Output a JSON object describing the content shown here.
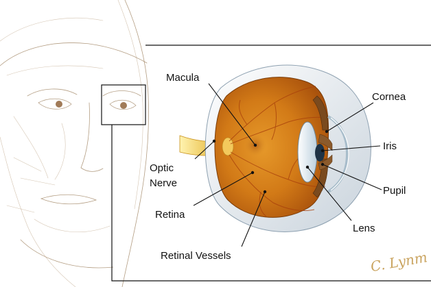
{
  "labels": {
    "macula": "Macula",
    "cornea": "Cornea",
    "iris": "Iris",
    "optic_nerve_line1": "Optic",
    "optic_nerve_line2": "Nerve",
    "pupil": "Pupil",
    "retina": "Retina",
    "lens": "Lens",
    "retinal_vessels": "Retinal Vessels"
  },
  "signature": "C. Lynm",
  "colors": {
    "sketch_line": "#a08463",
    "retina_orange": "#d9861e",
    "sclera": "#e8eef3",
    "optic_nerve": "#f0c330",
    "signature": "#c9a35e"
  }
}
